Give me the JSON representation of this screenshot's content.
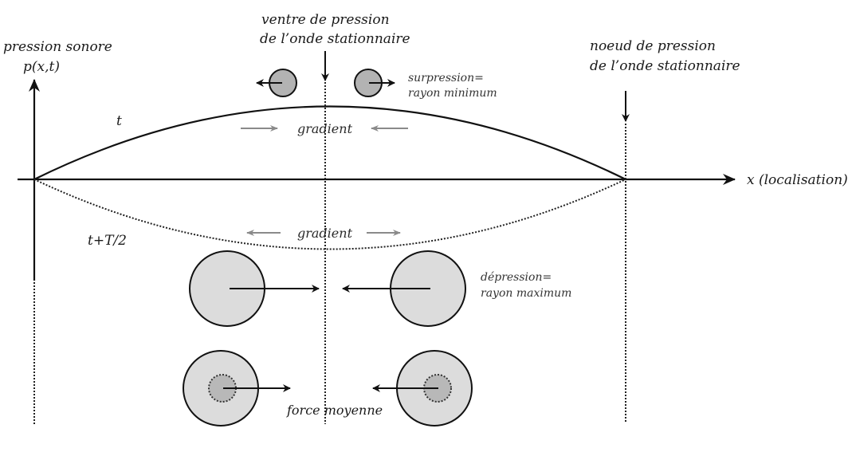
{
  "diagram": {
    "y_axis": {
      "title_line1": "pression sonore",
      "title_line2": "p(x,t)"
    },
    "x_axis": {
      "title": "x (localisation)"
    },
    "curves": {
      "solid_label": "t",
      "dotted_label": "t+T/2"
    },
    "antinode": {
      "line1": "ventre de pression",
      "line2": "de l’onde stationnaire"
    },
    "node": {
      "line1": "noeud de pression",
      "line2": "de l’onde stationnaire"
    },
    "compression_note": {
      "line1": "surpression=",
      "line2": "rayon minimum"
    },
    "rarefaction_note": {
      "line1": "dépression=",
      "line2": "rayon maximum"
    },
    "gradient_top": "gradient",
    "gradient_bottom": "gradient",
    "mean_force": "force moyenne",
    "colors": {
      "ink": "#111111",
      "gradient_arrow": "#8a8a8a",
      "small_bubble_fill": "#b3b3b3",
      "large_bubble_fill": "#dcdcdc",
      "core_fill": "#b8b8b8"
    }
  }
}
